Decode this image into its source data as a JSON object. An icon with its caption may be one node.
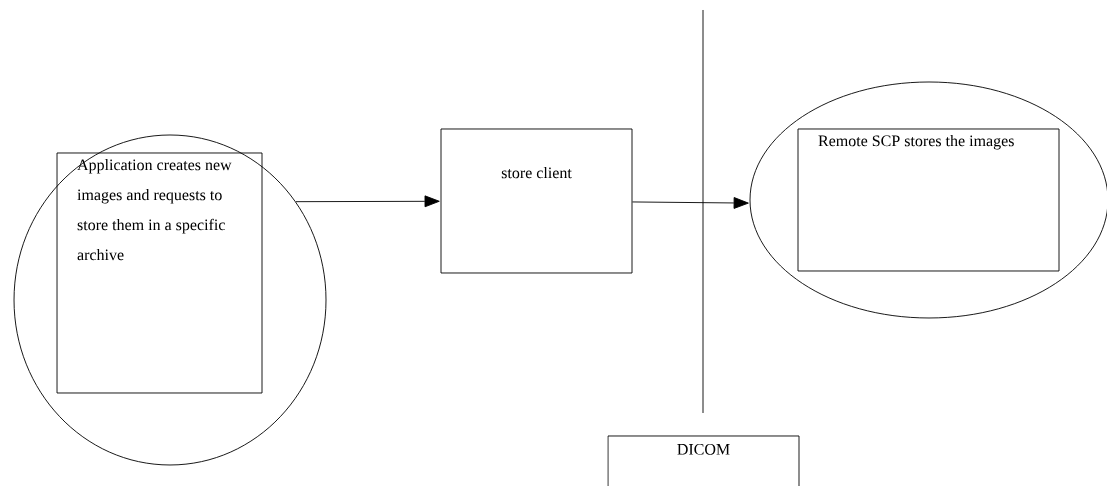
{
  "diagram": {
    "nodes": [
      {
        "text": [],
        "shape": "ellipse"
      },
      {
        "text": [
          "Application creates new images and requests to store them in a specific archive"
        ],
        "in": 0
      },
      {
        "text": [
          "store client"
        ]
      },
      {
        "text": [],
        "shape": "ellipse"
      },
      {
        "text": [
          "Remote SCP stores the images"
        ],
        "in": 3
      },
      {
        "text": [
          "DICOM"
        ]
      }
    ],
    "edges": [
      {
        "from": 0,
        "to": 2,
        "arrow": "to"
      },
      {
        "from": 2,
        "to": 3,
        "arrow": "to"
      }
    ]
  }
}
